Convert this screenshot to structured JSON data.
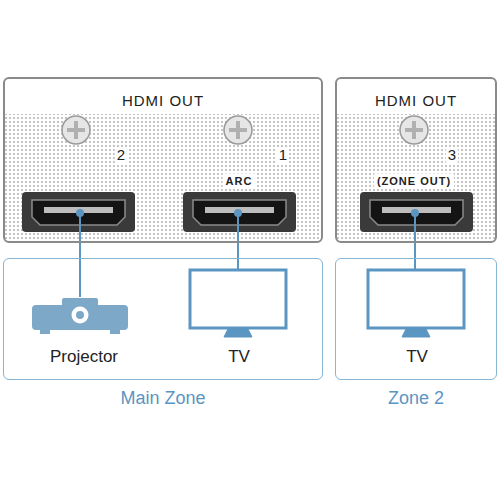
{
  "diagram": {
    "nodes": [
      {
        "text": [
          "HDMI OUT"
        ]
      },
      {
        "text": [
          "HDMI OUT"
        ]
      },
      {
        "text": [
          "Main Zone"
        ]
      },
      {
        "text": [
          "Projector"
        ],
        "in": 2
      },
      {
        "text": [
          "TV"
        ],
        "in": 2
      },
      {
        "text": [
          "Zone 2"
        ]
      },
      {
        "text": [
          "TV"
        ],
        "in": 5
      }
    ],
    "edges": [
      {
        "from": 0,
        "to": 3,
        "arrow": "none"
      },
      {
        "from": 0,
        "to": 4,
        "arrow": "none"
      },
      {
        "from": 1,
        "to": 6,
        "arrow": "none"
      }
    ],
    "labels": [
      "2",
      "1",
      "ARC",
      "3",
      "(ZONE OUT)"
    ]
  }
}
